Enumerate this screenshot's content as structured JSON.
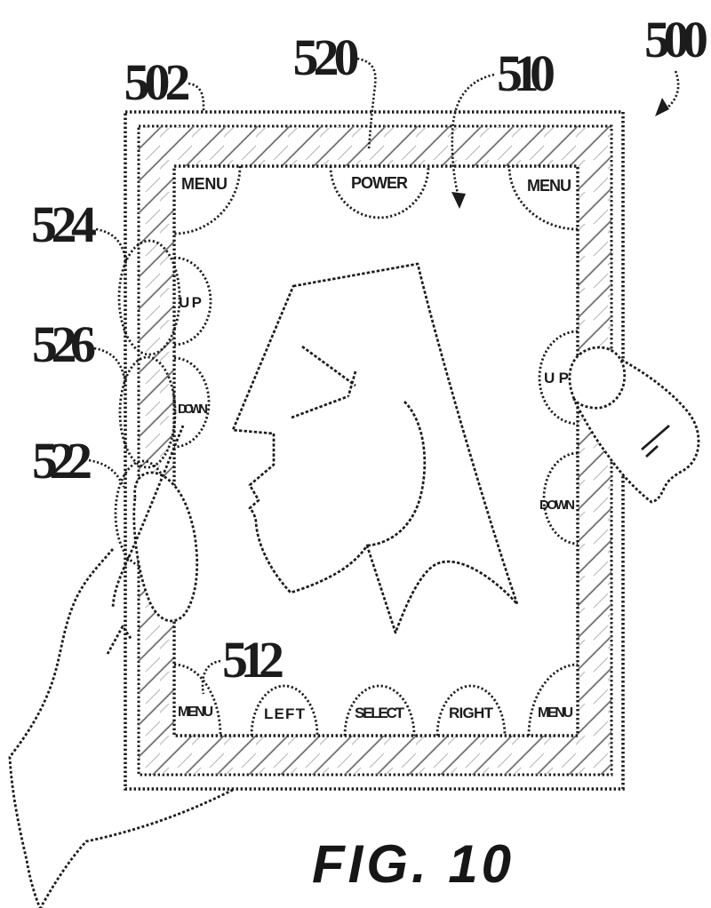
{
  "figure": {
    "caption": "FIG. 10"
  },
  "reference_labels": {
    "n500": "500",
    "n502": "502",
    "n510": "510",
    "n512": "512",
    "n520": "520",
    "n522": "522",
    "n524": "524",
    "n526": "526"
  },
  "screen_buttons": {
    "top_left_menu": "MENU",
    "power": "POWER",
    "top_right_menu": "MENU",
    "left_up": "UP",
    "left_down": "DOWN",
    "right_up": "UP",
    "right_down": "DOWN",
    "bottom_left_menu": "MENU",
    "left": "LEFT",
    "select": "SELECT",
    "right": "RIGHT",
    "bottom_right_menu": "MENU"
  },
  "colors": {
    "ink": "#1c1c1c",
    "background": "#ffffff",
    "hatch_dark": "#6e6e6e",
    "hatch_light": "#bdbdbd"
  }
}
